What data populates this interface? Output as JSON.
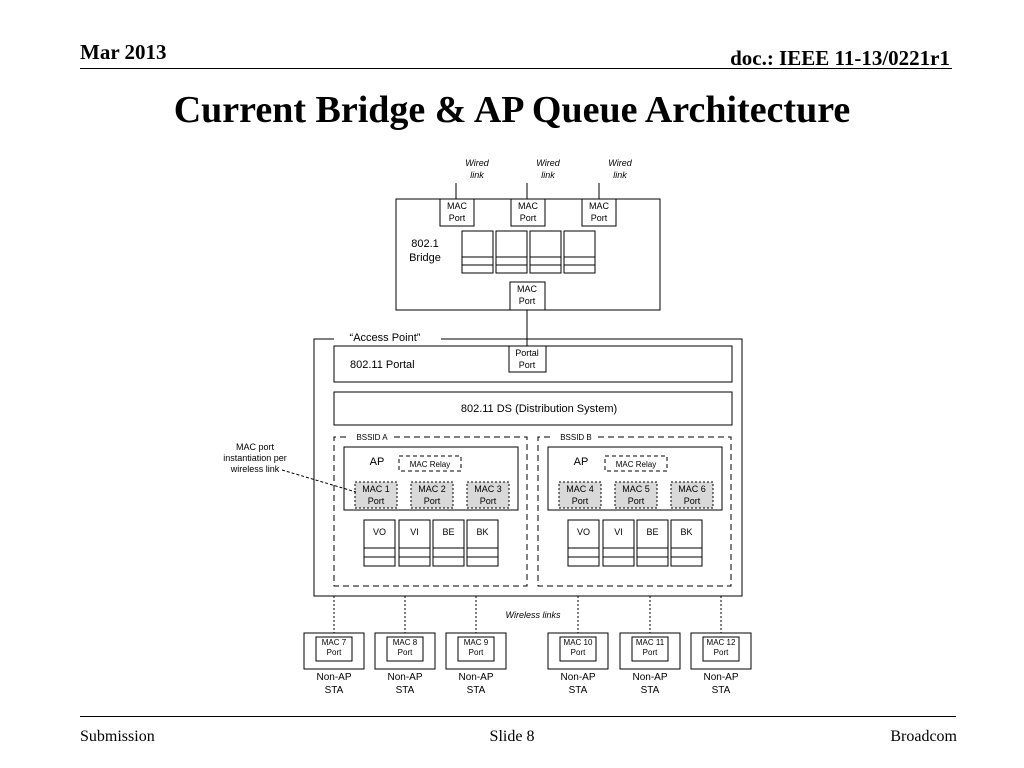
{
  "header": {
    "date": "Mar 2013",
    "doc": "doc.: IEEE 11-13/0221r1"
  },
  "title": "Current Bridge & AP Queue Architecture",
  "footer": {
    "left": "Submission",
    "center": "Slide 8",
    "right": "Broadcom"
  },
  "diagram": {
    "wired_link": "Wired link",
    "bridge_label": "802.1 Bridge",
    "mac_port": "MAC Port",
    "access_point_label": "“Access Point”",
    "portal_label": "802.11 Portal",
    "portal_port": "Portal Port",
    "ds_label": "802.11 DS (Distribution System)",
    "bssid_a": "BSSID A",
    "bssid_b": "BSSID B",
    "ap": "AP",
    "mac_relay": "MAC Relay",
    "bss_a_ports": [
      "MAC 1 Port",
      "MAC 2 Port",
      "MAC 3 Port"
    ],
    "bss_b_ports": [
      "MAC 4 Port",
      "MAC 5 Port",
      "MAC 6 Port"
    ],
    "queues": [
      "VO",
      "VI",
      "BE",
      "BK"
    ],
    "callout": "MAC port instantiation per wireless link",
    "wireless_links": "Wireless links",
    "sta_ports": [
      "MAC 7 Port",
      "MAC 8 Port",
      "MAC 9 Port",
      "MAC 10 Port",
      "MAC 11 Port",
      "MAC 12 Port"
    ],
    "sta_label": "Non-AP STA"
  }
}
